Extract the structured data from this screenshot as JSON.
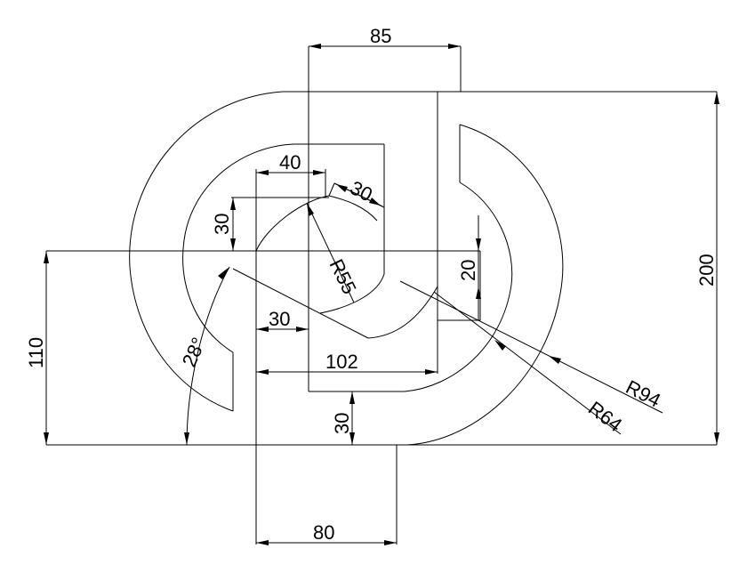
{
  "dimensions": {
    "top_width": "85",
    "inner_width": "40",
    "slot_width": "30",
    "slot_height_left": "30",
    "inner_radius": "R55",
    "right_offset": "20",
    "outer_height": "200",
    "left_height": "110",
    "angle": "28°",
    "small_offset": "30",
    "lower_width": "102",
    "bottom_offset": "30",
    "base_width": "80",
    "radius_large": "R94",
    "radius_mid": "R64"
  },
  "colors": {
    "line": "#000000",
    "background": "#ffffff"
  }
}
